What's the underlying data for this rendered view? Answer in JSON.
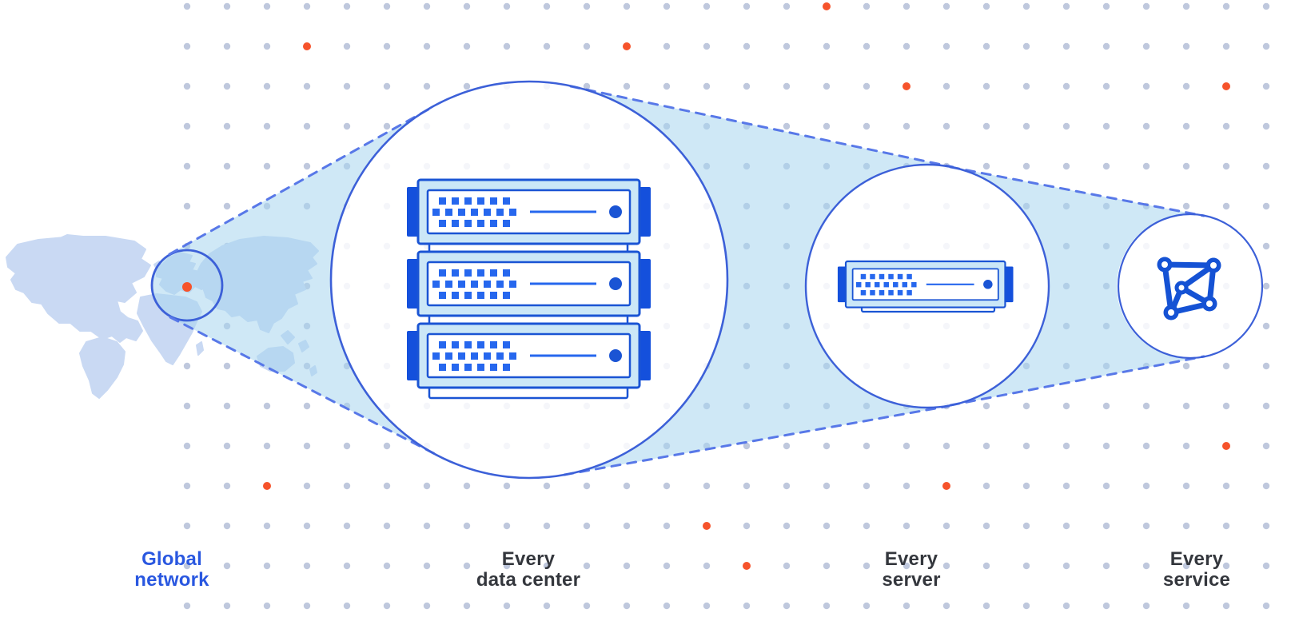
{
  "diagram": {
    "labels": {
      "global_network": {
        "line1": "Global",
        "line2": "network"
      },
      "every_data_center": {
        "line1": "Every",
        "line2": "data center"
      },
      "every_server": {
        "line1": "Every",
        "line2": "server"
      },
      "every_service": {
        "line1": "Every",
        "line2": "service"
      }
    },
    "colors": {
      "accent_orange": "#f6532b",
      "primary_blue": "#1a54d4",
      "bright_blue": "#2667ee",
      "outline_blue": "#3c60d8",
      "dash_blue": "#5878e8",
      "beam_fill": "rgba(168,214,238,0.55)",
      "map_fill": "#c9d9f3",
      "grid_dot": "#bfc8dd",
      "server_panel_fill": "#cbe7f7",
      "label_dark": "#34373d",
      "label_blue": "#2957e0"
    },
    "icons": {
      "map_marker": "location-dot",
      "data_center": "server-rack-stack",
      "server": "server-unit",
      "service": "network-mesh"
    }
  }
}
